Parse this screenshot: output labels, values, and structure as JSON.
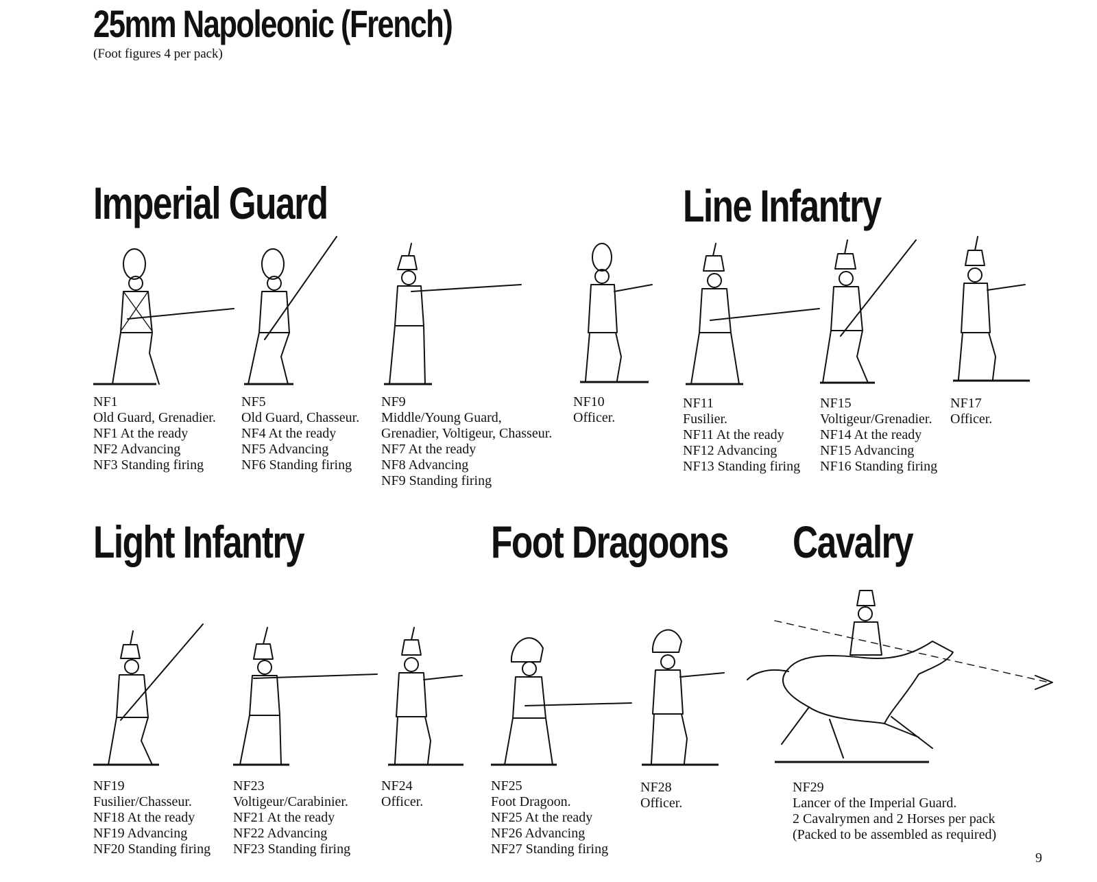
{
  "header": {
    "title": "25mm Napoleonic (French)",
    "subtitle": "(Foot figures 4 per pack)"
  },
  "sections": {
    "imperial_guard": "Imperial Guard",
    "line_infantry": "Line Infantry",
    "light_infantry": "Light Infantry",
    "foot_dragoons": "Foot Dragoons",
    "cavalry": "Cavalry"
  },
  "figures": {
    "nf1": {
      "code": "NF1",
      "lines": [
        "Old Guard, Grenadier.",
        "NF1 At the ready",
        "NF2 Advancing",
        "NF3 Standing firing"
      ]
    },
    "nf5": {
      "code": "NF5",
      "lines": [
        "Old Guard, Chasseur.",
        "NF4 At the ready",
        "NF5 Advancing",
        "NF6 Standing firing"
      ]
    },
    "nf9": {
      "code": "NF9",
      "lines": [
        "Middle/Young Guard,",
        "Grenadier, Voltigeur, Chasseur.",
        "NF7 At the ready",
        "NF8 Advancing",
        "NF9 Standing firing"
      ]
    },
    "nf10": {
      "code": "NF10",
      "lines": [
        "Officer."
      ]
    },
    "nf11": {
      "code": "NF11",
      "lines": [
        "Fusilier.",
        "NF11 At the ready",
        "NF12 Advancing",
        "NF13 Standing firing"
      ]
    },
    "nf15": {
      "code": "NF15",
      "lines": [
        "Voltigeur/Grenadier.",
        "NF14 At the ready",
        "NF15 Advancing",
        "NF16 Standing firing"
      ]
    },
    "nf17": {
      "code": "NF17",
      "lines": [
        "Officer."
      ]
    },
    "nf19": {
      "code": "NF19",
      "lines": [
        "Fusilier/Chasseur.",
        "NF18 At the ready",
        "NF19 Advancing",
        "NF20 Standing firing"
      ]
    },
    "nf23": {
      "code": "NF23",
      "lines": [
        "Voltigeur/Carabinier.",
        "NF21 At the ready",
        "NF22 Advancing",
        "NF23 Standing firing"
      ]
    },
    "nf24": {
      "code": "NF24",
      "lines": [
        "Officer."
      ]
    },
    "nf25": {
      "code": "NF25",
      "lines": [
        "Foot Dragoon.",
        "NF25 At the ready",
        "NF26 Advancing",
        "NF27 Standing firing"
      ]
    },
    "nf28": {
      "code": "NF28",
      "lines": [
        "Officer."
      ]
    },
    "nf29": {
      "code": "NF29",
      "lines": [
        "Lancer of the Imperial Guard.",
        "2 Cavalrymen and 2 Horses per pack",
        "(Packed to be assembled as required)"
      ]
    }
  },
  "footer": {
    "page_number": "9"
  }
}
